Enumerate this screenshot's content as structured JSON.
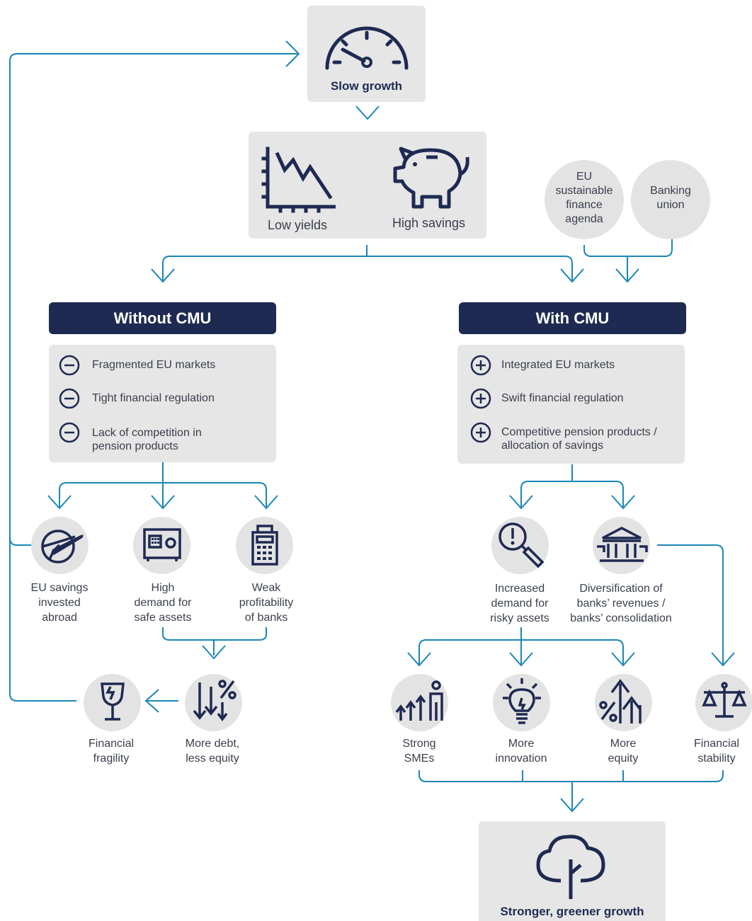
{
  "colors": {
    "line": "#1a86b8",
    "navy": "#1f2a52",
    "box": "#e6e6e6",
    "circle": "#e3e3e3",
    "text": "#3a3f4c"
  },
  "top": {
    "label": "Slow growth",
    "icon": "speedometer-icon"
  },
  "savings": {
    "low_yields": "Low yields",
    "high_savings": "High savings",
    "icons": [
      "declining-chart-icon",
      "piggy-bank-icon"
    ]
  },
  "drivers": {
    "sustainable": "EU\nsustainable\nfinance\nagenda",
    "banking": "Banking\nunion"
  },
  "without": {
    "title": "Without CMU",
    "items": [
      "Fragmented EU markets",
      "Tight financial regulation",
      "Lack of competition in\npension products"
    ],
    "outcomes": [
      {
        "label": "EU savings\ninvested\nabroad",
        "icon": "plane-globe-icon"
      },
      {
        "label": "High\ndemand for\nsafe assets",
        "icon": "safe-icon"
      },
      {
        "label": "Weak\nprofitability\nof banks",
        "icon": "calculator-icon"
      }
    ],
    "debt": {
      "label": "More debt,\nless equity",
      "icon": "down-arrows-percent-icon"
    },
    "fragility": {
      "label": "Financial\nfragility",
      "icon": "broken-glass-icon"
    }
  },
  "with": {
    "title": "With CMU",
    "items": [
      "Integrated EU markets",
      "Swift financial regulation",
      "Competitive pension products /\nallocation of savings"
    ],
    "outcomes": [
      {
        "label": "Increased\ndemand for\nrisky assets",
        "icon": "magnifier-exclamation-icon"
      },
      {
        "label": "Diversification of\nbanks’ revenues /\nbanks’ consolidation",
        "icon": "bank-icon"
      }
    ],
    "results": [
      {
        "label": "Strong\nSMEs",
        "icon": "growth-person-icon"
      },
      {
        "label": "More\ninnovation",
        "icon": "lightbulb-icon"
      },
      {
        "label": "More\nequity",
        "icon": "up-arrows-percent-icon"
      },
      {
        "label": "Financial\nstability",
        "icon": "scales-icon"
      }
    ]
  },
  "final": {
    "label": "Stronger, greener growth",
    "icon": "tree-icon"
  }
}
